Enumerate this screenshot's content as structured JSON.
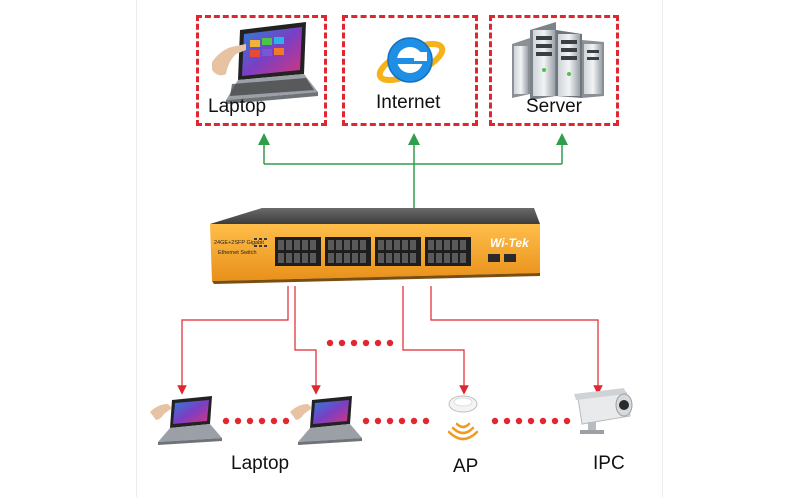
{
  "top_row": {
    "laptop_label": "Laptop",
    "internet_label": "Internet",
    "server_label": "Server"
  },
  "switch": {
    "panel_text_line1": "24GE+2SFP Gigabit",
    "panel_text_line2": "Ethernet Switch",
    "brand": "Wi-Tek"
  },
  "bottom_row": {
    "laptop_label": "Laptop",
    "ap_label": "AP",
    "ipc_label": "IPC"
  },
  "colors": {
    "uplink_green": "#2f9e4a",
    "downlink_red": "#e0262e",
    "dashed_border": "#e0262e",
    "switch_orange": "#f5a623"
  }
}
